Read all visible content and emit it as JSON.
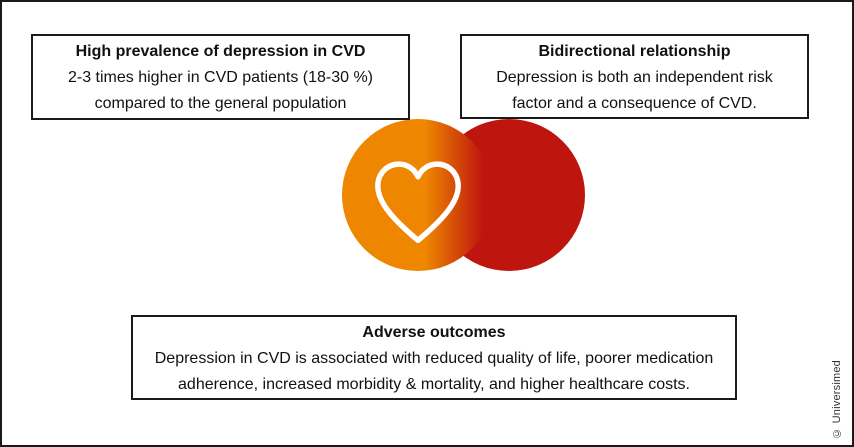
{
  "boxes": {
    "prevalence": {
      "title": "High prevalence of depression in CVD",
      "lines": [
        "2-3 times higher in CVD patients (18-30 %)",
        "compared to the general population"
      ]
    },
    "bidirectional": {
      "title": "Bidirectional relationship",
      "lines": [
        "Depression is both an independent risk",
        "factor and a consequence of CVD."
      ]
    },
    "outcomes": {
      "title": "Adverse outcomes",
      "lines": [
        "Depression in CVD is associated with reduced quality of life, poorer medication",
        "adherence, increased morbidity & mortality, and higher healthcare costs."
      ]
    }
  },
  "venn": {
    "orange_color": "#ee8600",
    "red_color": "#be150f",
    "icon": "heart-outline-icon"
  },
  "frame": {
    "border_color": "#1a1a1a",
    "background_color": "#ffffff"
  },
  "credit": {
    "text": "© Universimed"
  }
}
